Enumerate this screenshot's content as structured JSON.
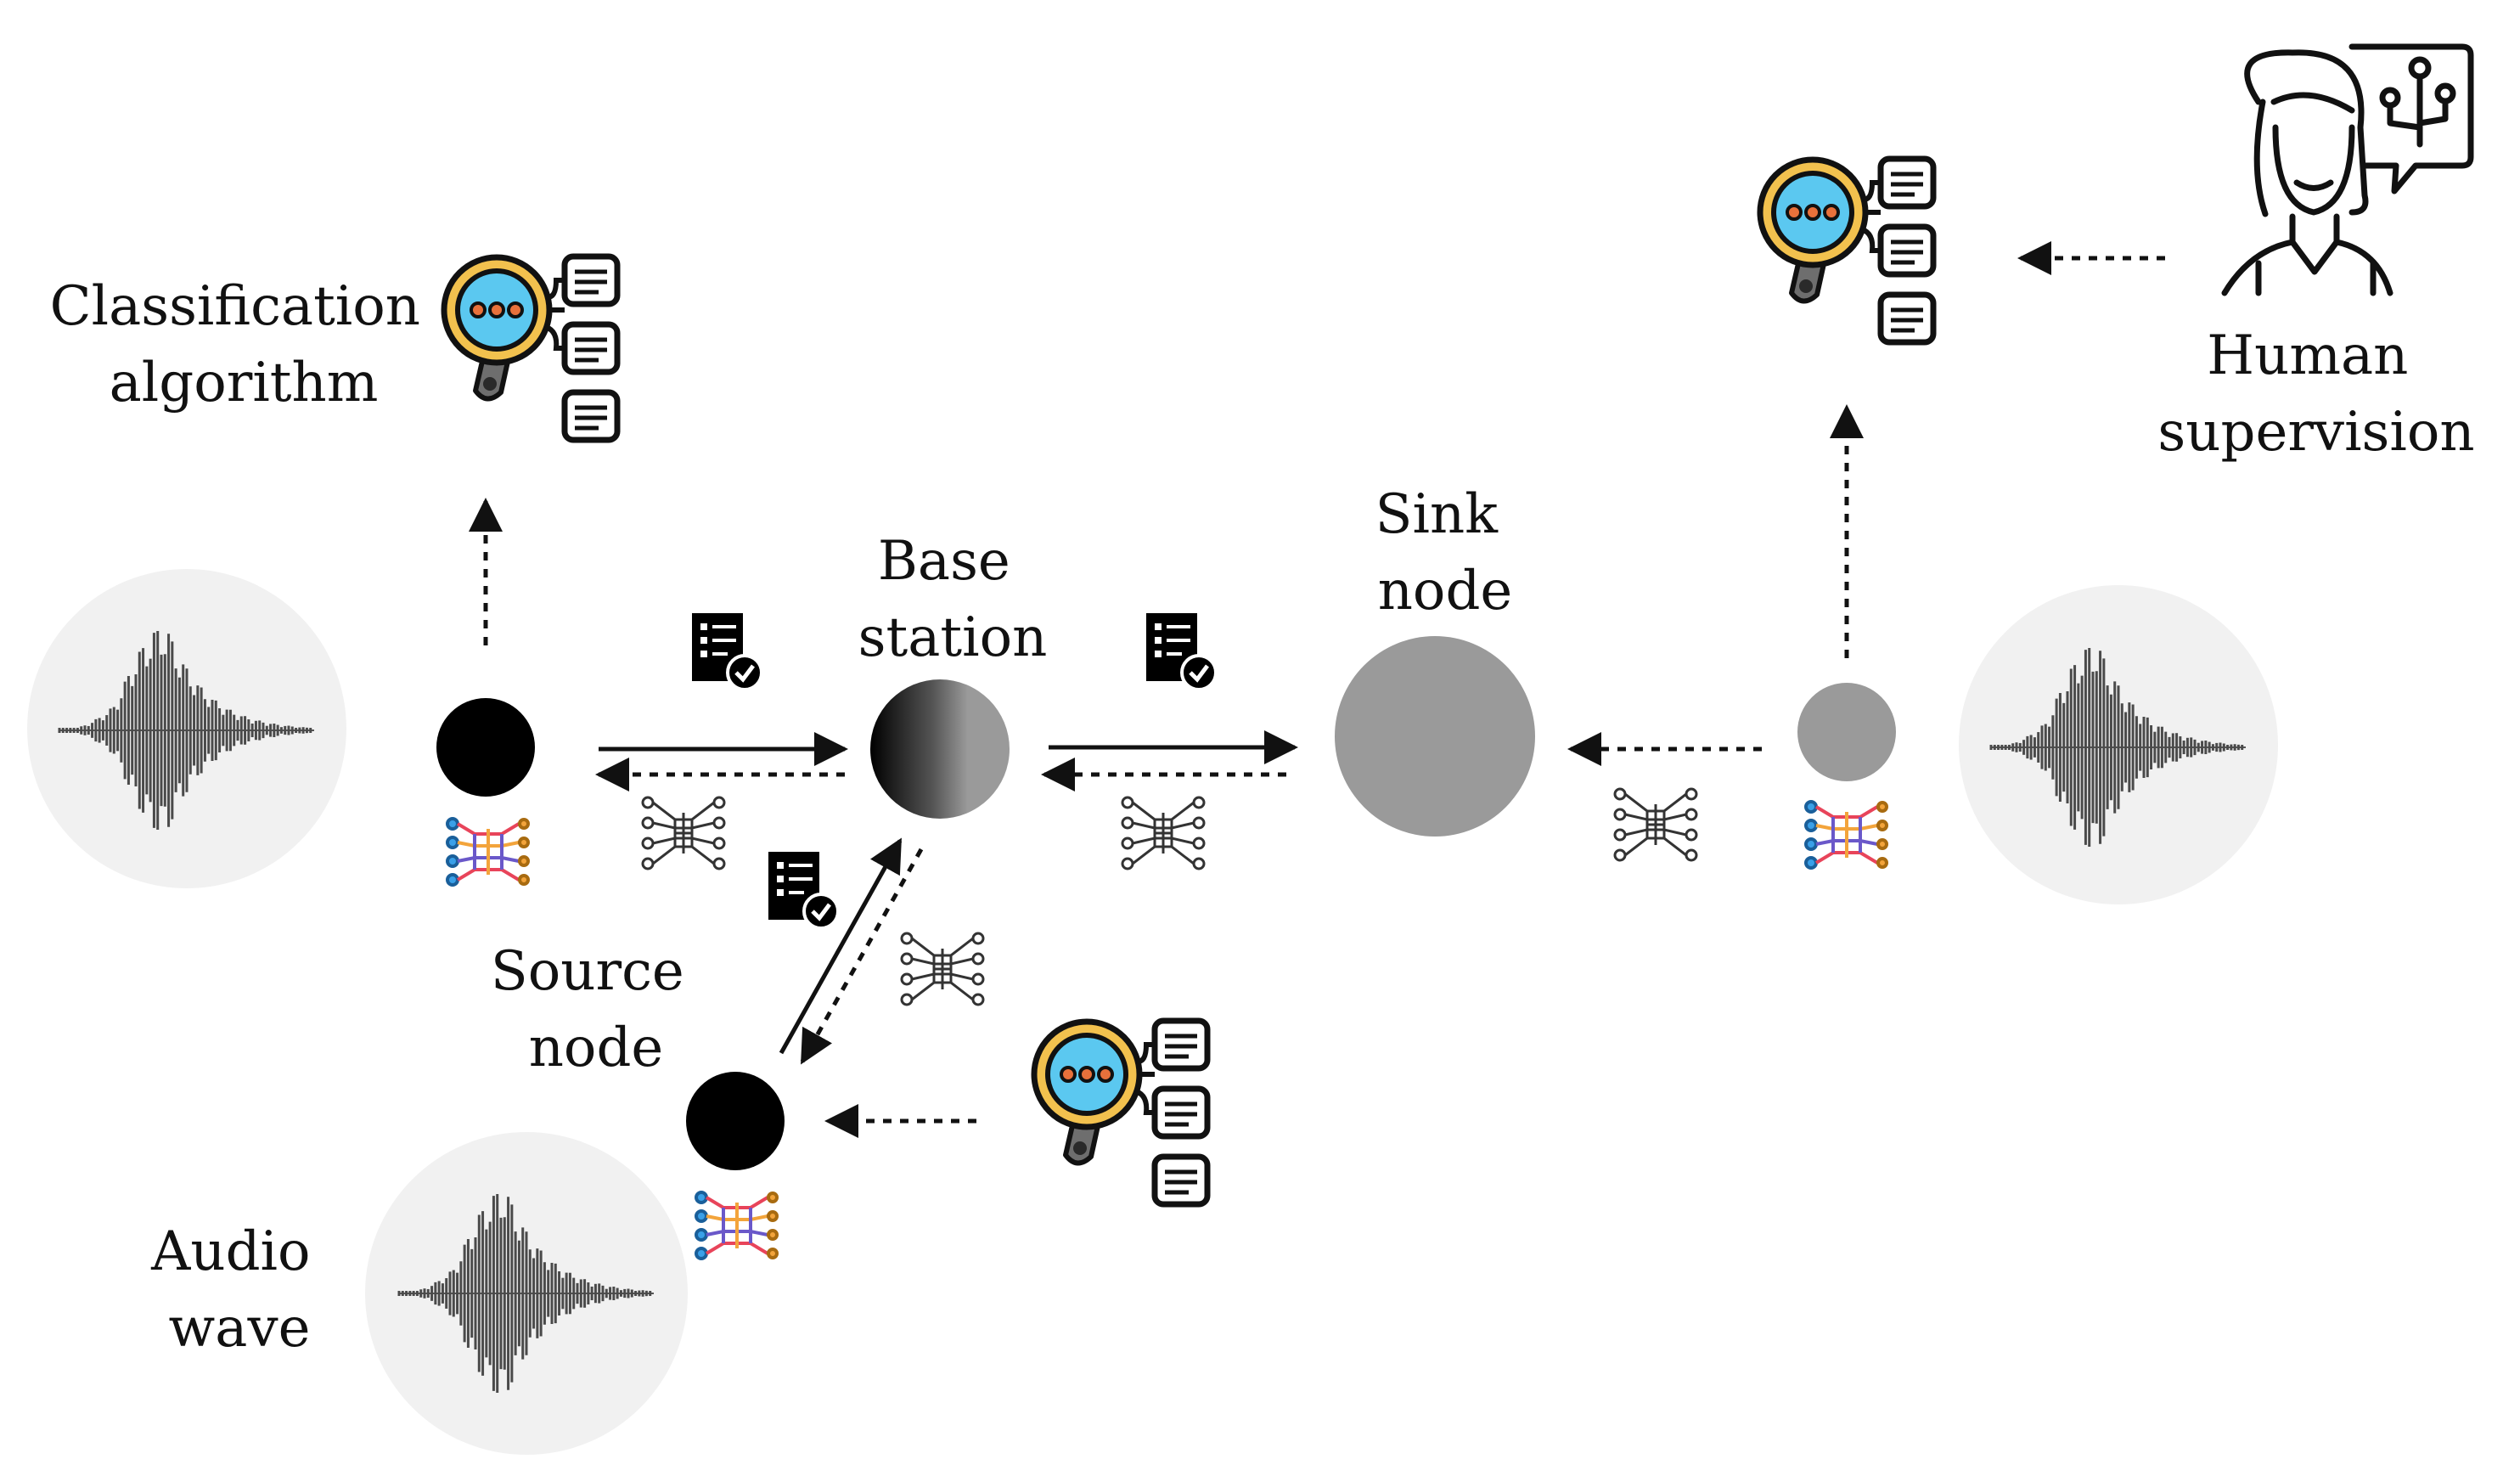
{
  "labels": {
    "classification": [
      "Classification",
      "algorithm"
    ],
    "base_station": [
      "Base",
      "station"
    ],
    "sink_node": [
      "Sink",
      "node"
    ],
    "human_supervision": [
      "Human",
      "supervision"
    ],
    "source_node": [
      "Source",
      "node"
    ],
    "audio_wave": [
      "Audio",
      "wave"
    ]
  },
  "colors": {
    "ink": "#111111",
    "node_black": "#000000",
    "node_gray": "#9a9a9a",
    "halo": "#f1f1f1",
    "lens_blue": "#5bc8f0",
    "lens_rim": "#f2c14e",
    "handle": "#6e6e6e",
    "network_colors": [
      "#3aa0e8",
      "#e8445a",
      "#f3a43b",
      "#6a58c9"
    ]
  },
  "icons": {
    "classifier": "magnifier-classifier-icon",
    "document": "document-check-icon",
    "network": "neural-network-icon",
    "waveform": "audio-waveform-icon",
    "human": "human-supervisor-icon"
  }
}
